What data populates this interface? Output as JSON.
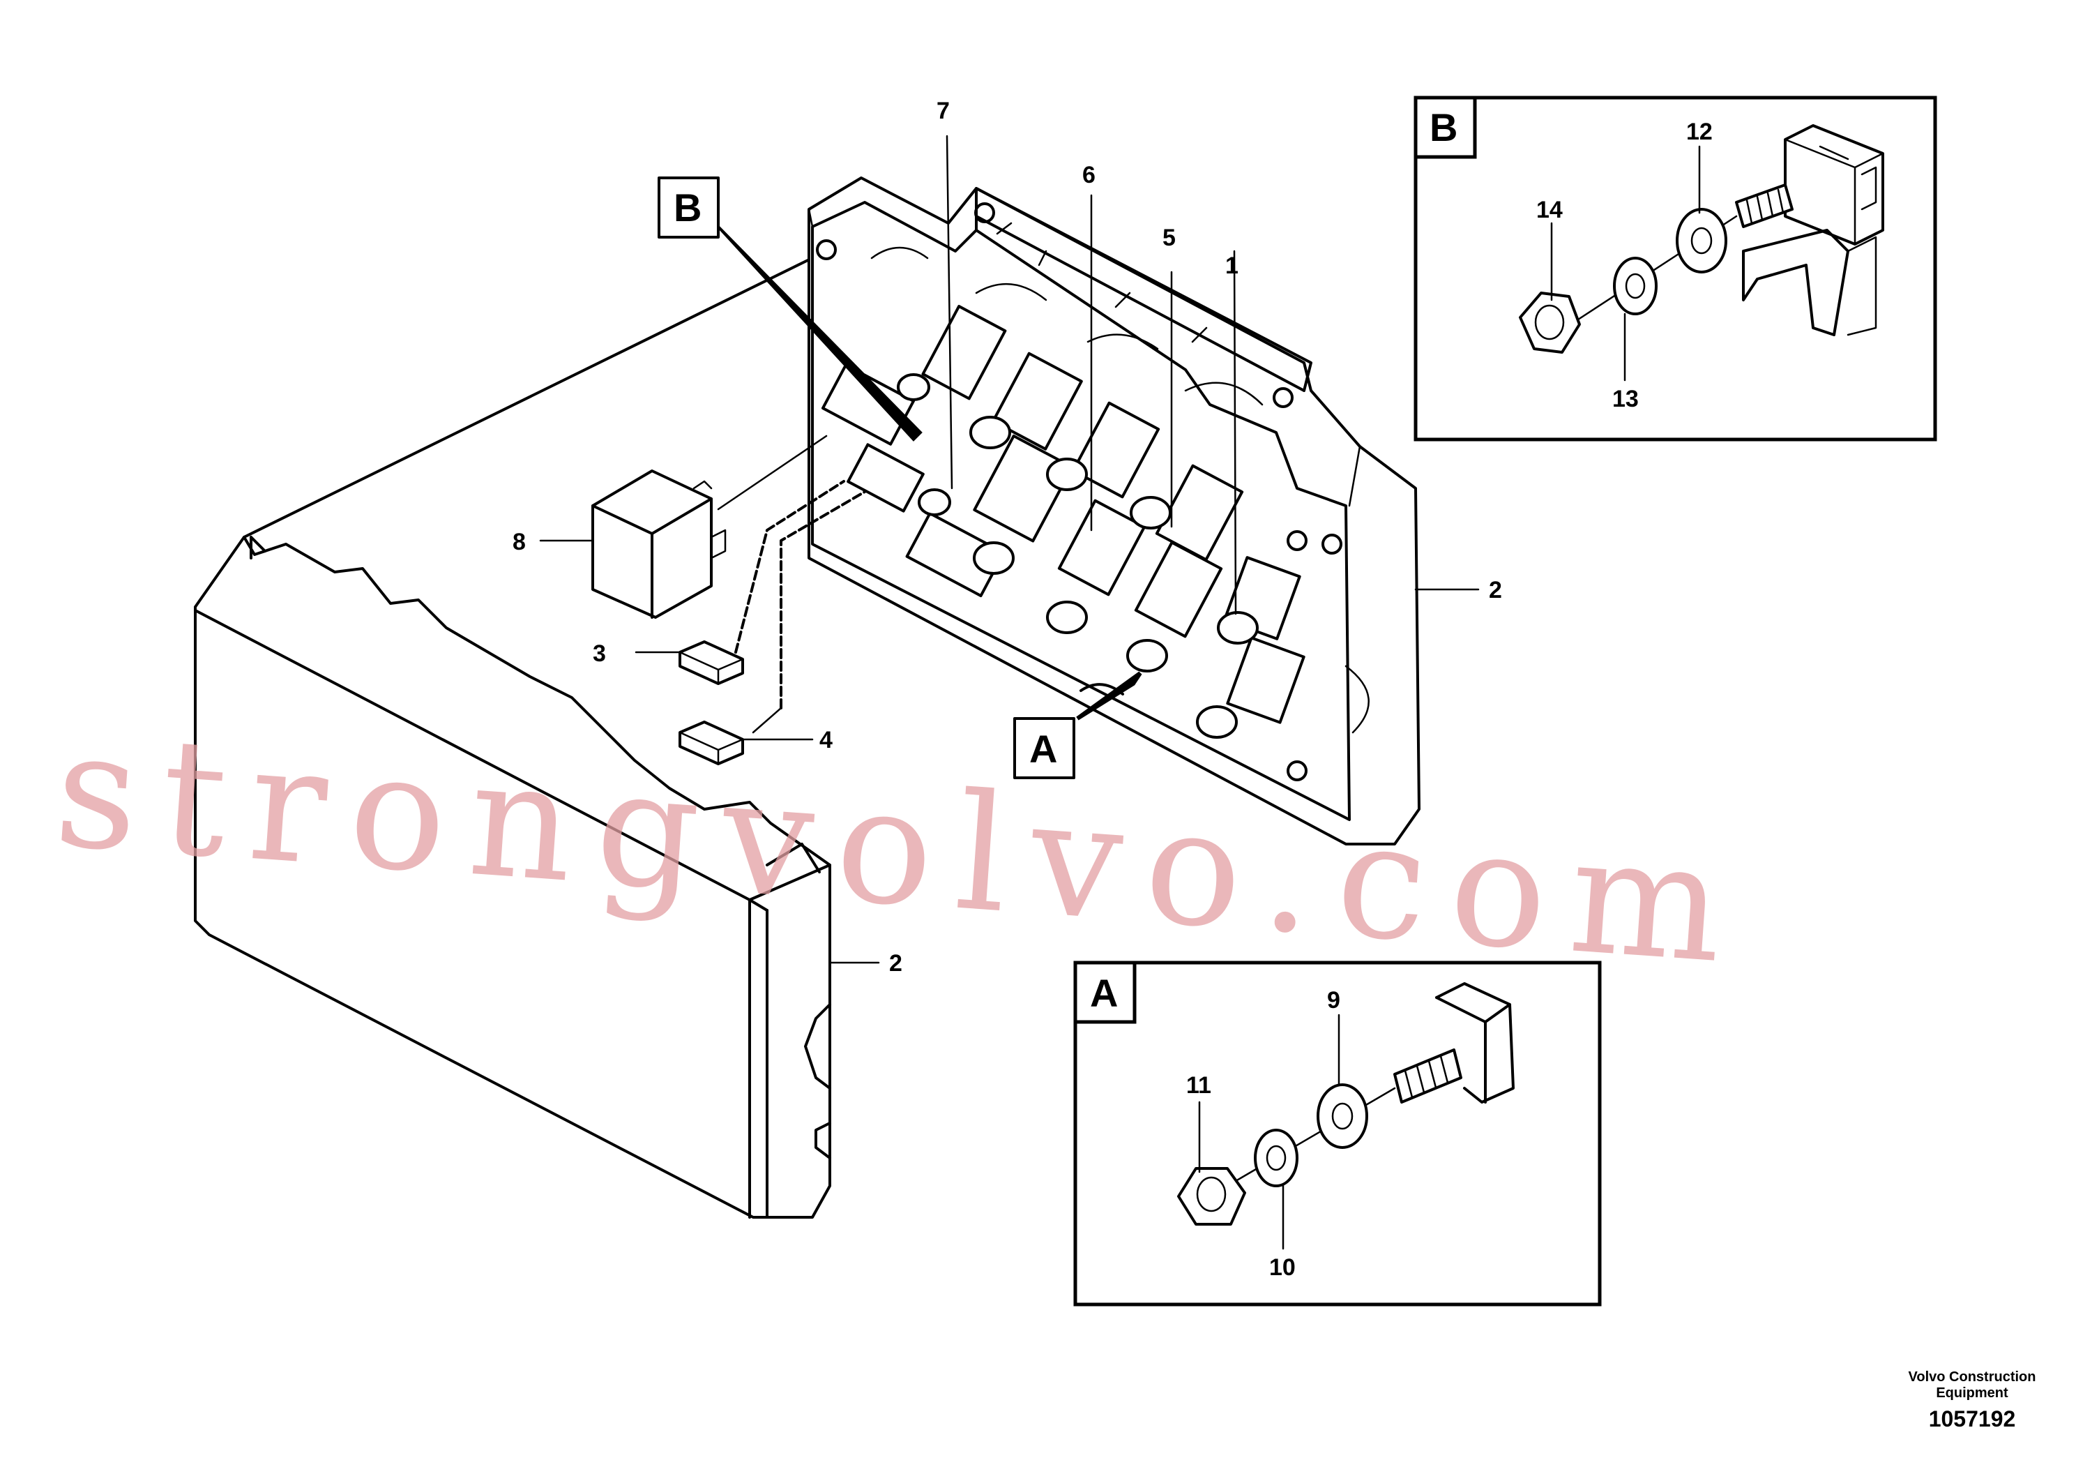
{
  "callouts": {
    "c1": "1",
    "c2a": "2",
    "c2b": "2",
    "c3": "3",
    "c4": "4",
    "c5": "5",
    "c6": "6",
    "c7": "7",
    "c8": "8",
    "c9": "9",
    "c10": "10",
    "c11": "11",
    "c12": "12",
    "c13": "13",
    "c14": "14"
  },
  "detail_boxes": {
    "a": "A",
    "b": "B",
    "a_main": "A",
    "b_main": "B"
  },
  "watermark": "strongvolvo.com",
  "footer": {
    "line1": "Volvo Construction",
    "line2": "Equipment",
    "drawing_number": "1057192"
  }
}
